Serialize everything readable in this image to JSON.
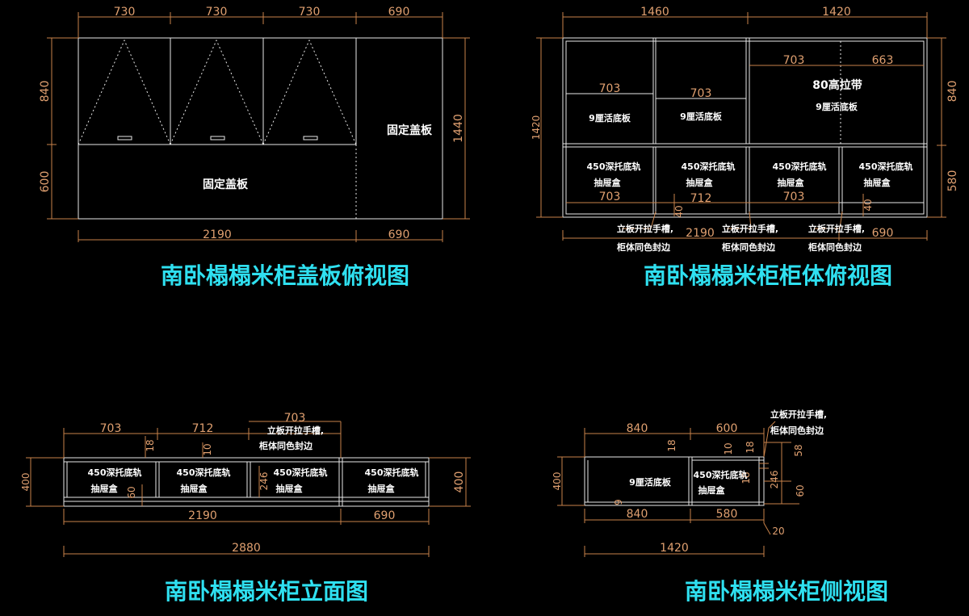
{
  "views": {
    "cover_top": {
      "title": "南卧榻榻米柜盖板俯视图",
      "top_dims": [
        "730",
        "730",
        "730",
        "690"
      ],
      "bottom_dims": [
        "2190",
        "690"
      ],
      "left_dims": [
        "840",
        "600"
      ],
      "right_dim": "1440",
      "label_fixed_right": "固定盖板",
      "label_fixed_bottom": "固定盖板"
    },
    "body_top": {
      "title": "南卧榻榻米柜柜体俯视图",
      "top_dims": [
        "1460",
        "1420"
      ],
      "inner_dims_top": [
        "703",
        "663"
      ],
      "inner_dims_mid": [
        "703",
        "703"
      ],
      "label_strip": "80高拉带",
      "label_live_a": "9厘活底板",
      "label_live_b": "9厘活底板",
      "label_live_c": "9厘活底板",
      "drawer_line1": "450深托底轨",
      "drawer_line2": "抽屉盒",
      "lower_dims": [
        "703",
        "712",
        "703"
      ],
      "small_dims": [
        "40",
        "40"
      ],
      "bottom_dims": [
        "2190",
        "690"
      ],
      "note_line1": "立板开拉手槽,",
      "note_line2": "柜体同色封边",
      "left_dim": "1420",
      "right_dims": [
        "840",
        "580"
      ]
    },
    "elevation": {
      "title": "南卧榻榻米柜立面图",
      "top_dims": [
        "703",
        "712",
        "703"
      ],
      "small_dims": [
        "18",
        "10",
        "246",
        "60"
      ],
      "drawer_line1": "450深托底轨",
      "drawer_line2": "抽屉盒",
      "note_line1": "立板开拉手槽,",
      "note_line2": "柜体同色封边",
      "left_dim": "400",
      "right_dim": "400",
      "bottom_dims": [
        "2190",
        "690"
      ],
      "total_dim": "2880"
    },
    "side": {
      "title": "南卧榻榻米柜侧视图",
      "top_dims": [
        "840",
        "600"
      ],
      "small_dims": [
        "18",
        "10",
        "18",
        "58",
        "246",
        "18",
        "60",
        "9"
      ],
      "label_live": "9厘活底板",
      "drawer_line1": "450深托底轨",
      "drawer_line2": "抽屉盒",
      "note_line1": "立板开拉手槽,",
      "note_line2": "柜体同色封边",
      "left_dim": "400",
      "bottom_dims": [
        "840",
        "580"
      ],
      "small_dim_20": "20",
      "total_dim": "1420"
    }
  }
}
